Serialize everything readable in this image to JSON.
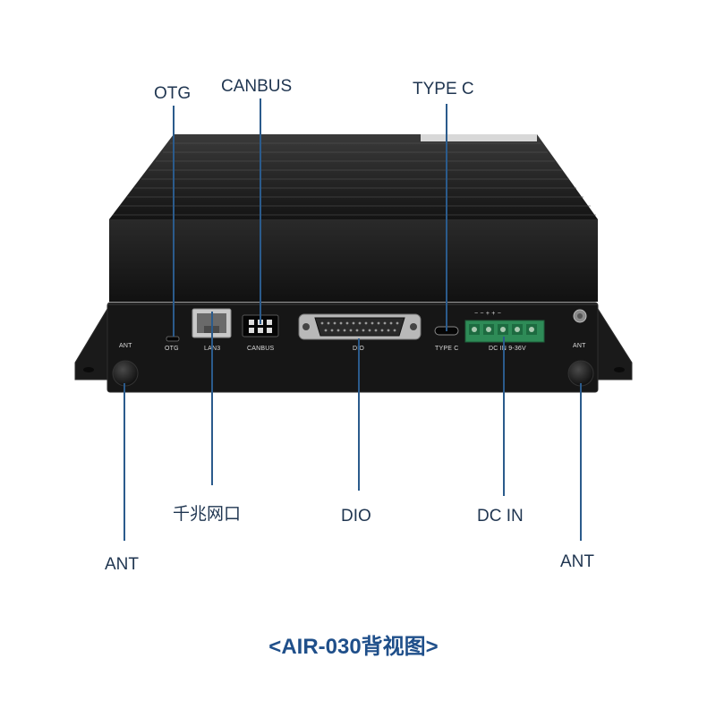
{
  "callouts": {
    "otg": "OTG",
    "canbus": "CANBUS",
    "type_c": "TYPE C",
    "lan": "千兆网口",
    "dio": "DIO",
    "dc_in": "DC IN",
    "ant_left": "ANT",
    "ant_right": "ANT"
  },
  "panel_labels": {
    "ant_left": "ANT",
    "otg": "OTG",
    "lan": "LAN3",
    "canbus": "CANBUS",
    "dio": "DIO",
    "type_c": "TYPE C",
    "dc_in": "DC IN 9-36V",
    "ant_right": "ANT",
    "terminal_polarity": "−  − +  +  −"
  },
  "caption": "<AIR-030背视图>",
  "colors": {
    "label_text": "#1f3550",
    "leader_line": "#2b5b8c",
    "caption": "#1f4f8a",
    "chassis": "#1b1b1b",
    "terminal_block": "#2e8b57"
  }
}
